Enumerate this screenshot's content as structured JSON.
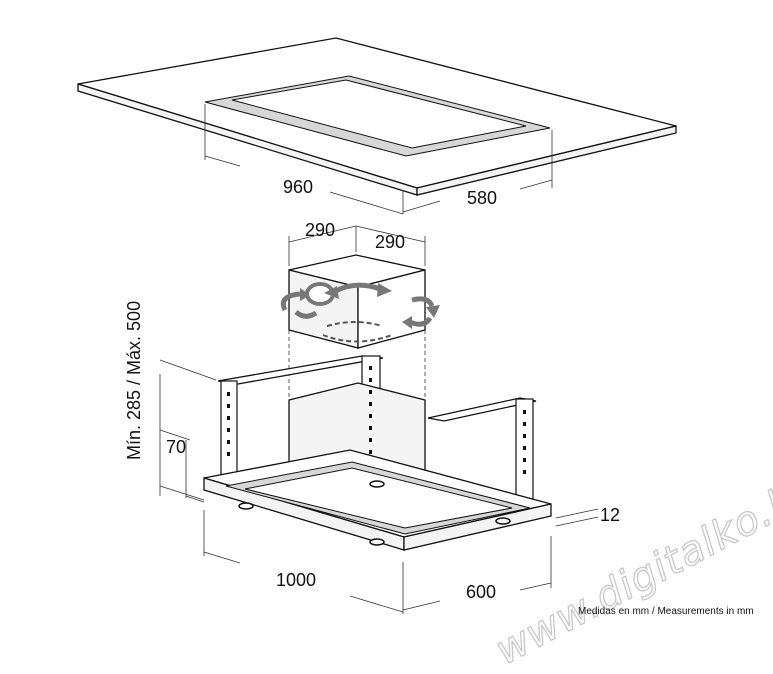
{
  "dimensions": {
    "ceiling_width": "960",
    "ceiling_depth": "580",
    "duct_width_left": "290",
    "duct_width_right": "290",
    "height_range": "Mín. 285 / Máx. 500",
    "hood_thickness": "70",
    "filter_inset": "12",
    "hood_width": "1000",
    "hood_depth": "600"
  },
  "footnote": "Medidas en mm / Measurements in mm",
  "watermark": "www.digitalko.hu",
  "colors": {
    "line": "#111111",
    "shade": "#d7d7d7",
    "arrow_gray": "#777777"
  }
}
